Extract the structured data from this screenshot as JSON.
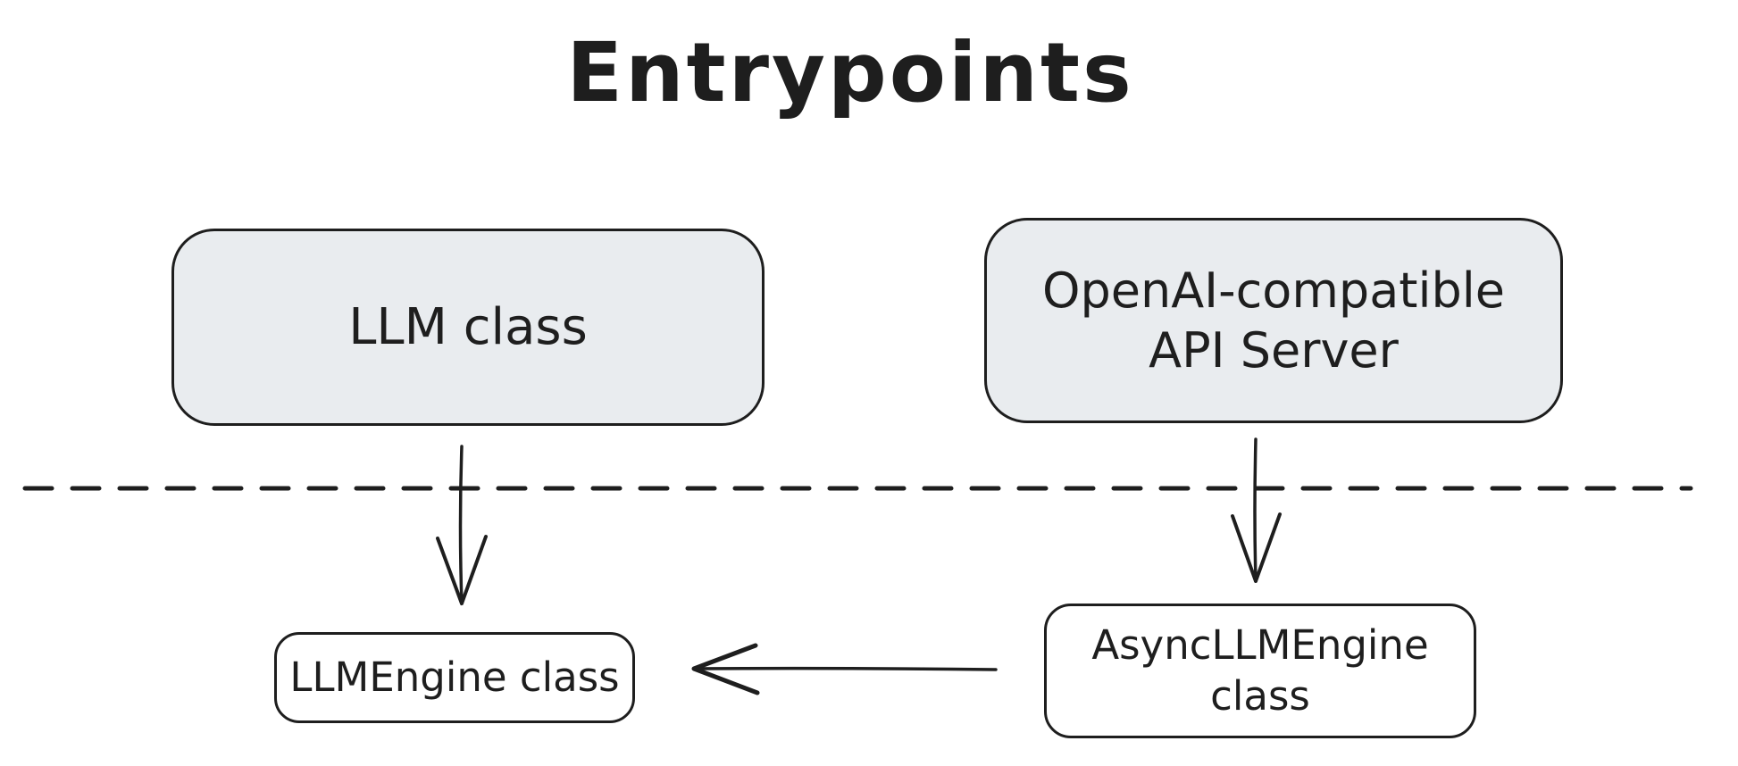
{
  "title": "Entrypoints",
  "nodes": [
    {
      "id": "llm-class",
      "label": "LLM class",
      "fill": "#e9ecef",
      "section": "above-divider"
    },
    {
      "id": "openai-api-server",
      "label": "OpenAI-compatible API Server",
      "fill": "#e9ecef",
      "section": "above-divider"
    },
    {
      "id": "llmengine-class",
      "label": "LLMEngine class",
      "fill": "#ffffff",
      "section": "below-divider"
    },
    {
      "id": "asyncllmengine-class",
      "label": "AsyncLLMEngine class",
      "fill": "#ffffff",
      "section": "below-divider"
    }
  ],
  "edges": [
    {
      "from": "llm-class",
      "to": "llmengine-class",
      "type": "arrow",
      "direction": "down"
    },
    {
      "from": "openai-api-server",
      "to": "asyncllmengine-class",
      "type": "arrow",
      "direction": "down"
    },
    {
      "from": "asyncllmengine-class",
      "to": "llmengine-class",
      "type": "arrow",
      "direction": "left"
    }
  ],
  "divider": {
    "type": "dashed-line",
    "orientation": "horizontal"
  },
  "colors": {
    "stroke": "#1e1e1e",
    "node_fill_gray": "#e9ecef",
    "node_fill_white": "#ffffff",
    "background": "#ffffff"
  }
}
